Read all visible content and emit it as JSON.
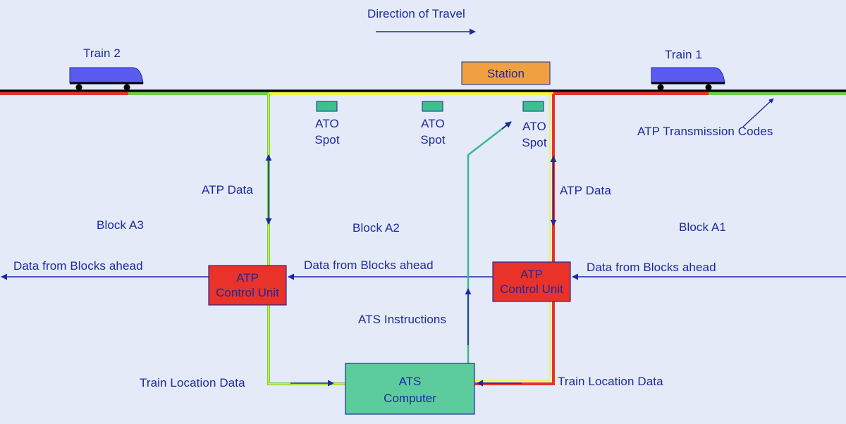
{
  "header": {
    "direction_label": "Direction of Travel"
  },
  "trains": {
    "train2_label": "Train 2",
    "train1_label": "Train 1"
  },
  "station": {
    "label": "Station"
  },
  "ato_spots": [
    {
      "line1": "ATO",
      "line2": "Spot"
    },
    {
      "line1": "ATO",
      "line2": "Spot"
    },
    {
      "line1": "ATO",
      "line2": "Spot"
    }
  ],
  "atp_transmission_label": "ATP Transmission Codes",
  "atp_data_left": "ATP Data",
  "atp_data_right": "ATP Data",
  "blocks": {
    "a3": "Block A3",
    "a2": "Block A2",
    "a1": "Block A1"
  },
  "data_from_blocks": {
    "left": "Data from Blocks ahead",
    "middle": "Data from Blocks ahead",
    "right": "Data from Blocks ahead"
  },
  "control_units": {
    "left": {
      "line1": "ATP",
      "line2": "Control Unit"
    },
    "right": {
      "line1": "ATP",
      "line2": "Control Unit"
    }
  },
  "ats_instructions": "ATS Instructions",
  "train_location": {
    "left": "Train Location Data",
    "right": "Train Location Data"
  },
  "ats_computer": {
    "line1": "ATS",
    "line2": "Computer"
  },
  "colors": {
    "background": "#e4eaf7",
    "text": "#1c2aa0",
    "arrow": "#1c2aa0",
    "train": "#5b5bf0",
    "station": "#f0a040",
    "ato_spot": "#3cc08c",
    "control_unit": "#e8322a",
    "ats_computer": "#5ccc9c",
    "track": "#000000",
    "signal_red": "#e8322a",
    "signal_green": "#6ed04a",
    "signal_yellow": "#f5f240",
    "teal_link": "#3cb88c"
  }
}
